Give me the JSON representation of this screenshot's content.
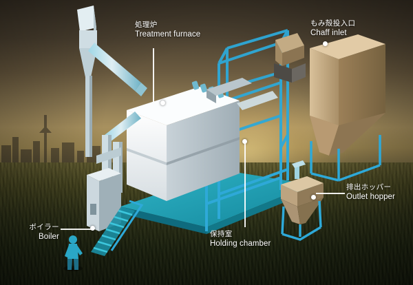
{
  "diagram": {
    "title_hidden": "",
    "labels": [
      {
        "id": "treatment-furnace",
        "jp": "処理炉",
        "en": "Treatment furnace"
      },
      {
        "id": "chaff-inlet",
        "jp": "もみ殻投入口",
        "en": "Chaff inlet"
      },
      {
        "id": "outlet-hopper",
        "jp": "排出ホッパー",
        "en": "Outlet hopper"
      },
      {
        "id": "holding-chamber",
        "jp": "保持室",
        "en": "Holding chamber"
      },
      {
        "id": "boiler",
        "jp": "ボイラー",
        "en": "Boiler"
      }
    ],
    "colors": {
      "accent_cyan": "#29c8e8",
      "frame_blue": "#2ea9d8",
      "platform_teal": "#1f9fb4",
      "furnace_white": "#eef2f4",
      "hopper_tan": "#c9ae86",
      "label_text": "#ffffff"
    }
  }
}
